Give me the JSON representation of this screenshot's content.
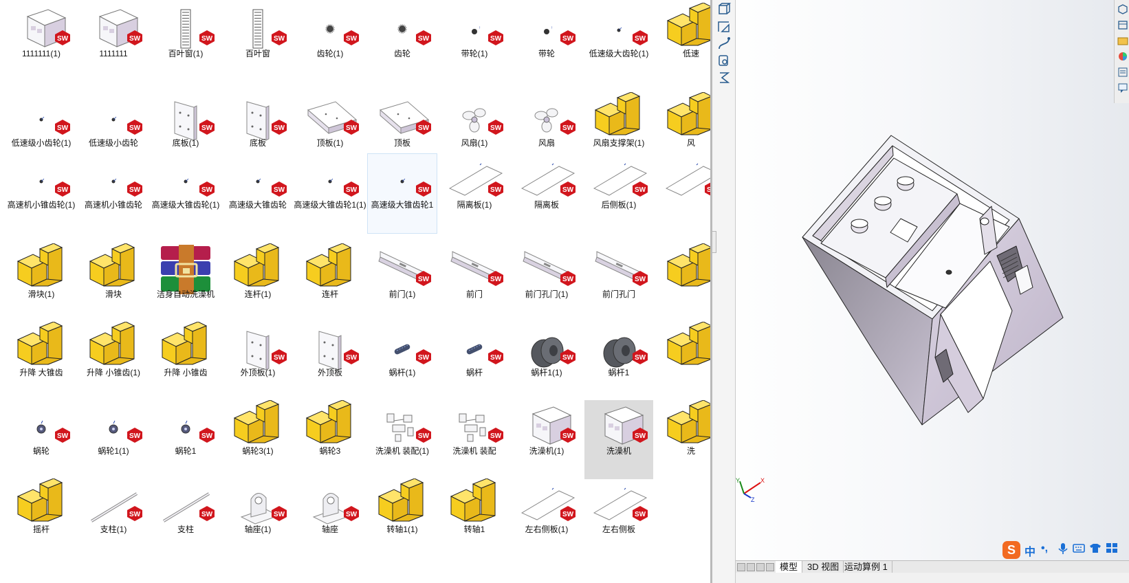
{
  "explorer": {
    "items": [
      {
        "label": "1111111(1)",
        "thumb": "box"
      },
      {
        "label": "1111111",
        "thumb": "box"
      },
      {
        "label": "百叶窗(1)",
        "thumb": "louver"
      },
      {
        "label": "百叶窗",
        "thumb": "louver"
      },
      {
        "label": "齿轮(1)",
        "thumb": "gear"
      },
      {
        "label": "齿轮",
        "thumb": "gear"
      },
      {
        "label": "带轮(1)",
        "thumb": "dot"
      },
      {
        "label": "带轮",
        "thumb": "dot"
      },
      {
        "label": "低速级大齿轮(1)",
        "thumb": "tiny"
      },
      {
        "label": "低速",
        "thumb": "generic"
      },
      {
        "label": "低速级小齿轮(1)",
        "thumb": "tiny"
      },
      {
        "label": "低速级小齿轮",
        "thumb": "tiny"
      },
      {
        "label": "底板(1)",
        "thumb": "plate"
      },
      {
        "label": "底板",
        "thumb": "plate"
      },
      {
        "label": "顶板(1)",
        "thumb": "plate-wide"
      },
      {
        "label": "顶板",
        "thumb": "plate-wide"
      },
      {
        "label": "风扇(1)",
        "thumb": "fan"
      },
      {
        "label": "风扇",
        "thumb": "fan"
      },
      {
        "label": "风扇支撑架(1)",
        "thumb": "generic"
      },
      {
        "label": "风",
        "thumb": "generic"
      },
      {
        "label": "高速机小锥齿轮(1)",
        "thumb": "tiny"
      },
      {
        "label": "高速机小锥齿轮",
        "thumb": "tiny"
      },
      {
        "label": "高速级大锥齿轮(1)",
        "thumb": "tiny"
      },
      {
        "label": "高速级大锥齿轮",
        "thumb": "tiny"
      },
      {
        "label": "高速级大锥齿轮1(1)",
        "thumb": "tiny"
      },
      {
        "label": "高速级大锥齿轮1",
        "thumb": "tiny"
      },
      {
        "label": "隔离板(1)",
        "thumb": "sheet"
      },
      {
        "label": "隔离板",
        "thumb": "sheet"
      },
      {
        "label": "后侧板(1)",
        "thumb": "sheet"
      },
      {
        "label": "",
        "thumb": "sheet"
      },
      {
        "label": "滑块(1)",
        "thumb": "generic"
      },
      {
        "label": "滑块",
        "thumb": "generic"
      },
      {
        "label": "洁身自动洗澡机",
        "thumb": "archive"
      },
      {
        "label": "连杆(1)",
        "thumb": "generic"
      },
      {
        "label": "连杆",
        "thumb": "generic"
      },
      {
        "label": "前门(1)",
        "thumb": "bar"
      },
      {
        "label": "前门",
        "thumb": "bar"
      },
      {
        "label": "前门孔门(1)",
        "thumb": "bar"
      },
      {
        "label": "前门孔门",
        "thumb": "bar"
      },
      {
        "label": "",
        "thumb": "generic"
      },
      {
        "label": "升降 大锥齿",
        "thumb": "generic"
      },
      {
        "label": "升降 小锥齿(1)",
        "thumb": "generic"
      },
      {
        "label": "升降 小锥齿",
        "thumb": "generic"
      },
      {
        "label": "外顶板(1)",
        "thumb": "plate"
      },
      {
        "label": "外顶板",
        "thumb": "plate"
      },
      {
        "label": "蜗杆(1)",
        "thumb": "worm"
      },
      {
        "label": "蜗杆",
        "thumb": "worm"
      },
      {
        "label": "蜗杆1(1)",
        "thumb": "cylinder"
      },
      {
        "label": "蜗杆1",
        "thumb": "cylinder"
      },
      {
        "label": "",
        "thumb": "generic"
      },
      {
        "label": "蜗轮",
        "thumb": "wheel"
      },
      {
        "label": "蜗轮1(1)",
        "thumb": "wheel"
      },
      {
        "label": "蜗轮1",
        "thumb": "wheel"
      },
      {
        "label": "蜗轮3(1)",
        "thumb": "generic"
      },
      {
        "label": "蜗轮3",
        "thumb": "generic"
      },
      {
        "label": "洗澡机 装配(1)",
        "thumb": "assembly"
      },
      {
        "label": "洗澡机 装配",
        "thumb": "assembly"
      },
      {
        "label": "洗澡机(1)",
        "thumb": "box"
      },
      {
        "label": "洗澡机",
        "thumb": "box"
      },
      {
        "label": "洗",
        "thumb": "generic"
      },
      {
        "label": "摇杆",
        "thumb": "generic"
      },
      {
        "label": "支柱(1)",
        "thumb": "rod"
      },
      {
        "label": "支柱",
        "thumb": "rod"
      },
      {
        "label": "轴座(1)",
        "thumb": "bracket"
      },
      {
        "label": "轴座",
        "thumb": "bracket"
      },
      {
        "label": "转轴1(1)",
        "thumb": "generic"
      },
      {
        "label": "转轴1",
        "thumb": "generic"
      },
      {
        "label": "左右侧板(1)",
        "thumb": "sheet"
      },
      {
        "label": "左右侧板",
        "thumb": "sheet"
      }
    ],
    "selected_item": "洗澡机",
    "focused_item": "高速级大锥齿轮1",
    "badge_text": "SW"
  },
  "solidworks": {
    "tabs": [
      "模型",
      "3D 视图",
      "运动算例 1"
    ],
    "active_tab": "模型",
    "triad": {
      "x": "X",
      "y": "Y",
      "z": "Z"
    },
    "left_toolbar_icons": [
      "cube-view-icon",
      "sketch-icon",
      "curve-icon",
      "tools-icon",
      "evaluate-icon"
    ],
    "right_taskpane_icons": [
      "resources-icon",
      "design-library-icon",
      "file-explorer-icon",
      "view-palette-icon",
      "appearances-icon",
      "custom-properties-icon",
      "forum-icon"
    ]
  },
  "ime": {
    "logo": "S",
    "lang": "中",
    "punct": "•,",
    "items": [
      "microphone-icon",
      "keyboard-icon",
      "skin-icon",
      "toolbox-icon"
    ]
  },
  "colors": {
    "sw_red": "#d1161d",
    "solid_yellow": "#f6cd1f",
    "model_face": "#cbc3d3",
    "model_dark": "#7e7a84",
    "model_light": "#f7f7fa"
  }
}
